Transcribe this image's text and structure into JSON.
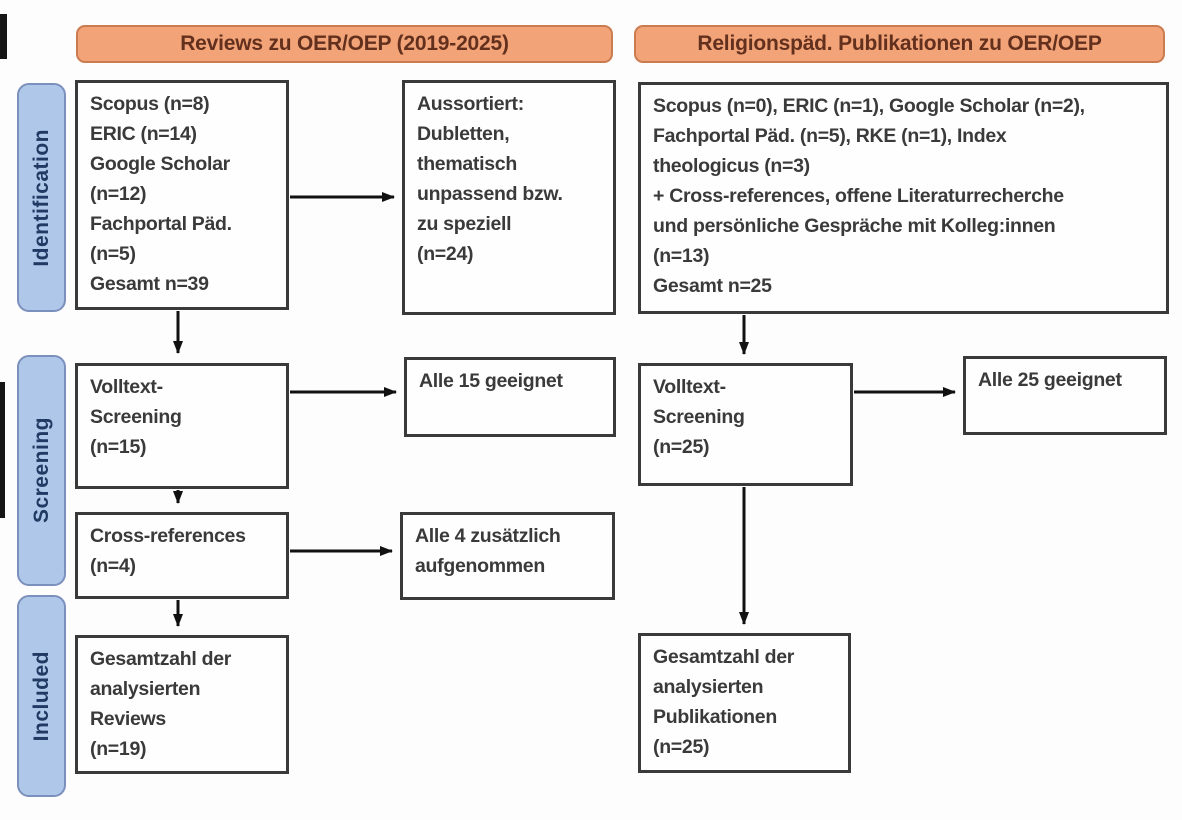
{
  "headers": {
    "left": "Reviews zu OER/OEP (2019-2025)",
    "right": "Religionspäd. Publikationen zu OER/OEP"
  },
  "stages": {
    "identification": "Identification",
    "screening": "Screening",
    "included": "Included"
  },
  "left_flow": {
    "sources_box": [
      "Scopus (n=8)",
      "ERIC (n=14)",
      "Google Scholar",
      "(n=12)",
      "Fachportal Päd.",
      "(n=5)",
      "Gesamt n=39"
    ],
    "excluded_box": [
      "Aussortiert:",
      "Dubletten,",
      "thematisch",
      "unpassend bzw.",
      "zu speziell",
      "(n=24)"
    ],
    "fulltext_box": [
      "Volltext-",
      "Screening",
      "(n=15)"
    ],
    "fulltext_result_box": "Alle 15 geeignet",
    "crossref_box": [
      "Cross-references",
      "(n=4)"
    ],
    "crossref_result_box": [
      "Alle 4 zusätzlich",
      "aufgenommen"
    ],
    "included_box": [
      "Gesamtzahl der",
      "analysierten",
      "Reviews",
      "(n=19)"
    ]
  },
  "right_flow": {
    "sources_box": [
      "Scopus (n=0), ERIC (n=1), Google Scholar (n=2),",
      "Fachportal Päd. (n=5), RKE (n=1), Index",
      "theologicus (n=3)",
      "+ Cross-references, offene Literaturrecherche",
      "und persönliche Gespräche mit Kolleg:innen",
      "(n=13)",
      "Gesamt n=25"
    ],
    "fulltext_box": [
      "Volltext-",
      "Screening",
      "(n=25)"
    ],
    "fulltext_result_box": "Alle 25 geeignet",
    "included_box": [
      "Gesamtzahl der",
      "analysierten",
      "Publikationen",
      "(n=25)"
    ]
  },
  "palette": {
    "header_fill": "#F2A478",
    "header_border": "#C97C50",
    "header_text": "#63301E",
    "stage_fill": "#AFC7E8",
    "stage_border": "#7C90BE",
    "stage_text": "#203A63",
    "box_border": "#3A3A3A",
    "box_text": "#3A3A3A",
    "arrow": "#111111"
  }
}
